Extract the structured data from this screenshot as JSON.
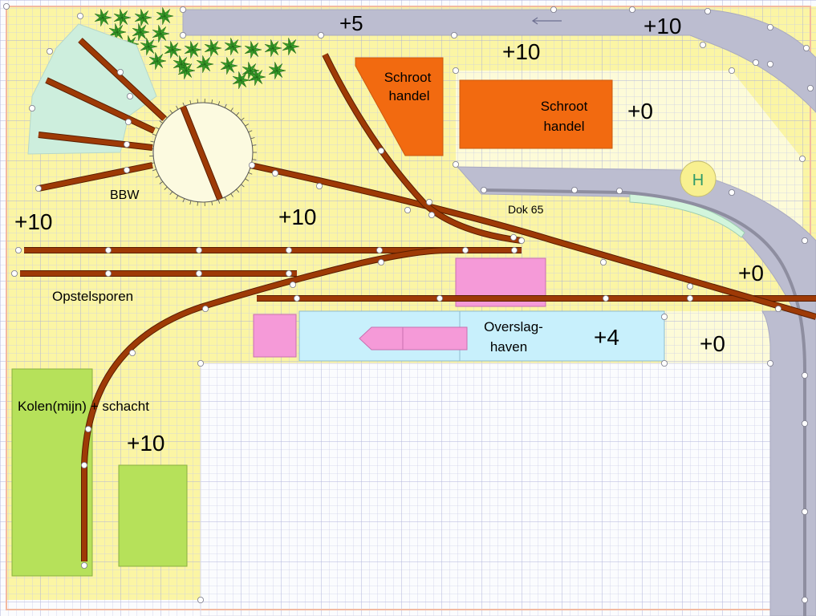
{
  "labels": {
    "elev_top_street": "+5",
    "elev_top_right": "+10",
    "elev_center_top": "+10",
    "elev_scrap_right": "+0",
    "elev_left": "+10",
    "elev_middle": "+10",
    "elev_dock_right": "+0",
    "elev_harbour": "+4",
    "elev_far_right": "+0",
    "elev_coal": "+10",
    "scrap_left_line1": "Schroot",
    "scrap_left_line2": "handel",
    "scrap_right_line1": "Schroot",
    "scrap_right_line2": "handel",
    "bbw": "BBW",
    "dock": "Dok 65",
    "helipad": "H",
    "sidings": "Opstelsporen",
    "harbour_line1": "Overslag-",
    "harbour_line2": "haven",
    "coal": "Kolen(mijn) + schacht"
  },
  "colors": {
    "paper": "#fbfcfe",
    "grid": "#c9cce8",
    "baseboard": "#fbf5a4",
    "pale_area": "#fdfbd8",
    "road": "#bcbdd0",
    "track": "#9e3a06",
    "track_edge": "#5a1e00",
    "scrap": "#f26a10",
    "pink": "#f59ad8",
    "water": "#c8f0fc",
    "coal": "#b6e15a",
    "mint": "#d2f5dc",
    "helipad": "#f8f090",
    "trees": "#3aa02a",
    "node": "#ffffff"
  }
}
